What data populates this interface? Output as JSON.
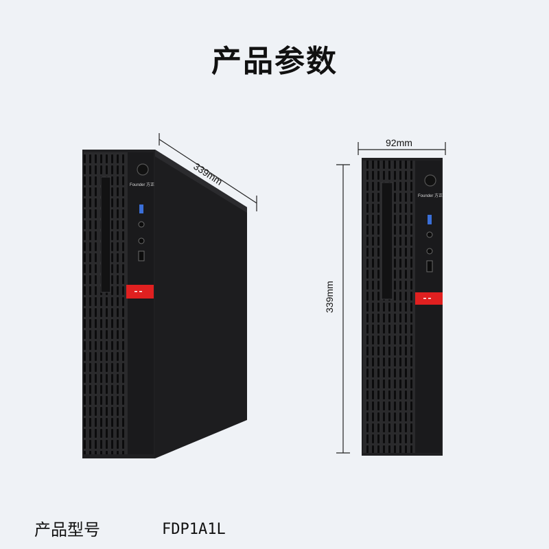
{
  "title": "产品参数",
  "dimensions": {
    "depth": "339mm",
    "width": "92mm",
    "height": "339mm"
  },
  "brand_text": "Founder 方正",
  "spec": {
    "label": "产品型号",
    "value": "FDP1A1L"
  },
  "colors": {
    "background": "#eff2f6",
    "chassis": "#1c1c1e",
    "accent": "#e02020"
  }
}
